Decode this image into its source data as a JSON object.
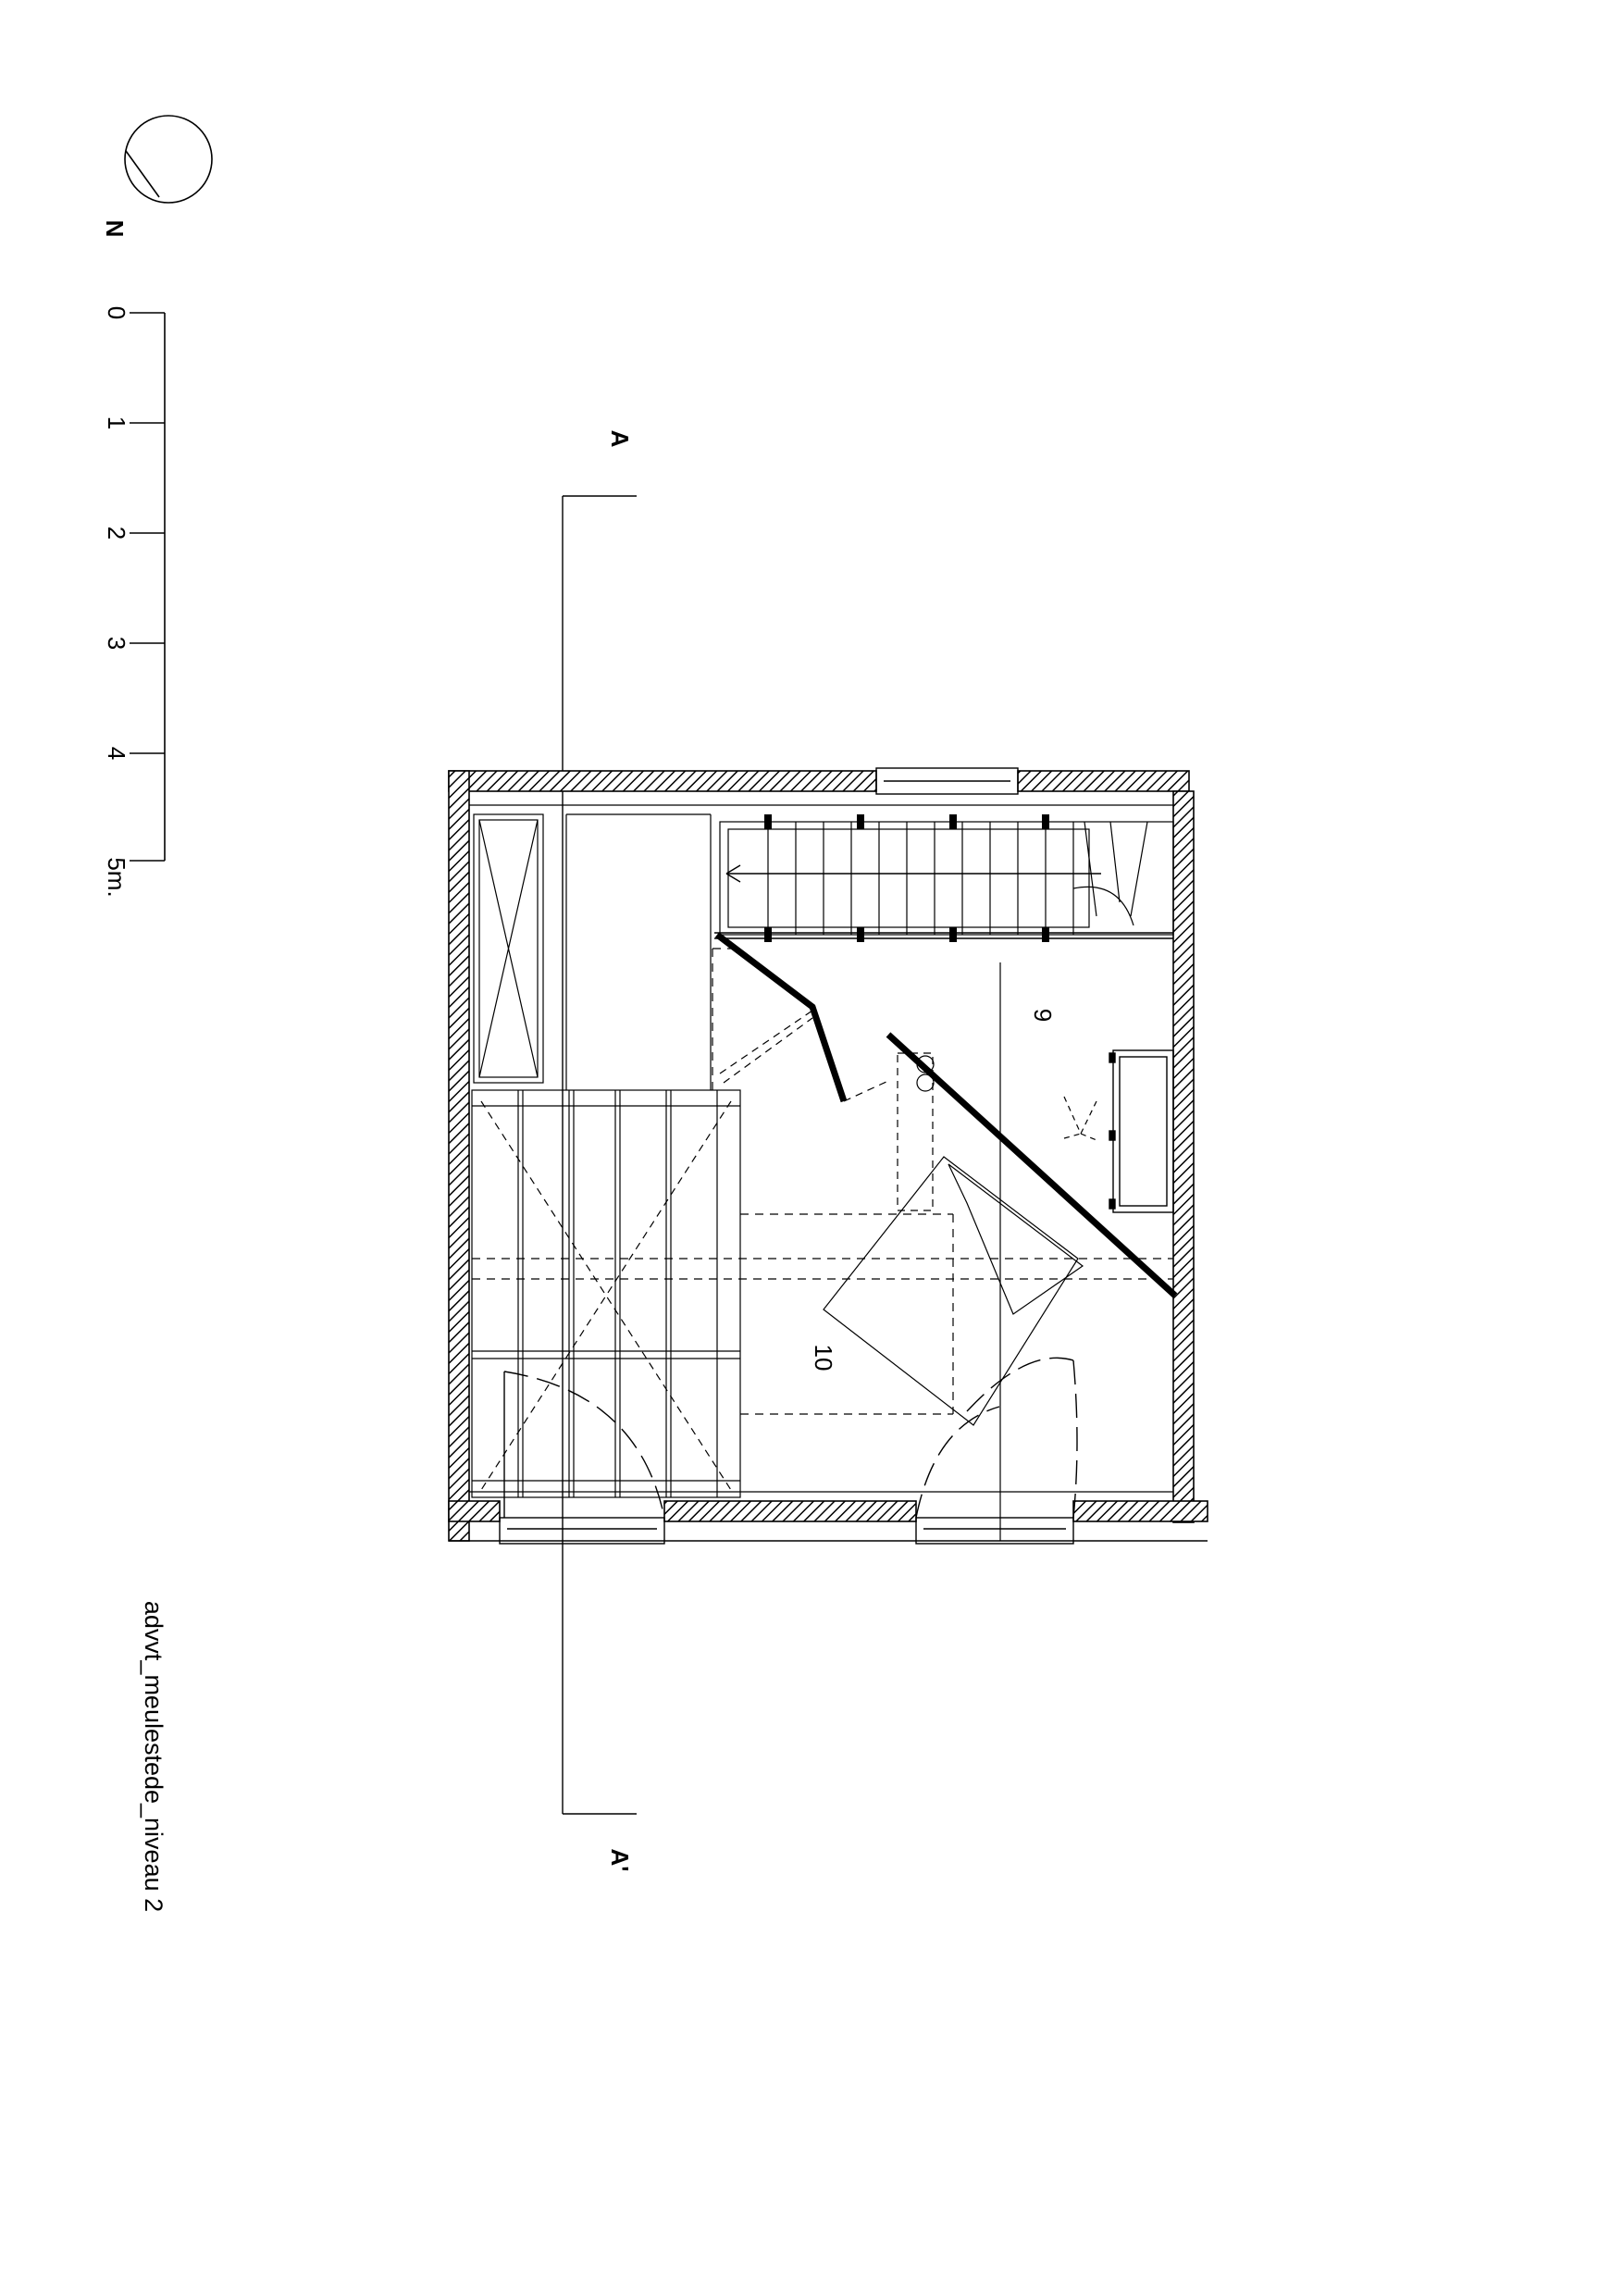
{
  "north": {
    "label": "N"
  },
  "scale": {
    "ticks": [
      "0",
      "1",
      "2",
      "3",
      "4",
      "5m."
    ]
  },
  "section": {
    "start": "A",
    "end": "A'"
  },
  "rooms": {
    "stair_room": "9",
    "main_room": "10"
  },
  "drawing": {
    "title": "advvt_meulestede_niveau 2"
  },
  "colors": {
    "ink": "#000000",
    "paper": "#ffffff"
  }
}
